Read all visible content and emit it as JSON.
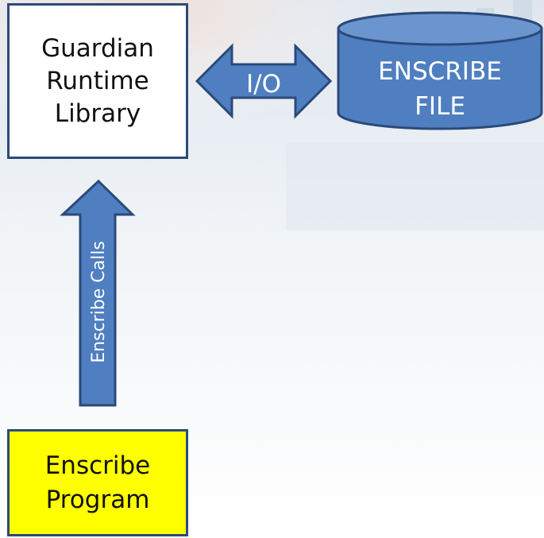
{
  "runtime_library": {
    "lines": [
      "Guardian",
      "Runtime",
      "Library"
    ]
  },
  "program": {
    "lines": [
      "Enscribe",
      "Program"
    ]
  },
  "io_arrow": {
    "label": "I/O"
  },
  "enscribe_file": {
    "lines": [
      "ENSCRIBE",
      "FILE"
    ]
  },
  "calls_arrow": {
    "label": "Enscribe Calls"
  },
  "colors": {
    "shape_fill": "#4f7fc0",
    "shape_border": "#2b4a7a",
    "program_fill": "#ffff00"
  }
}
